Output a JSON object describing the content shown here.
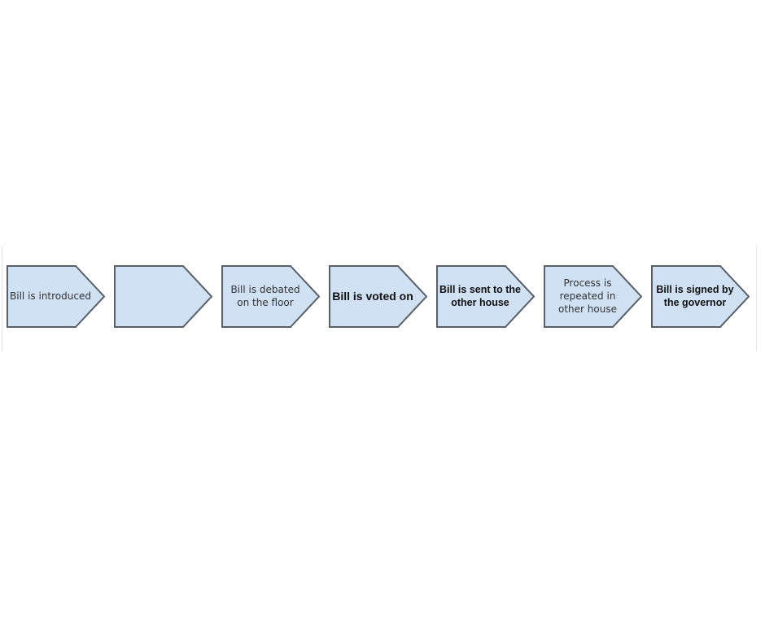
{
  "steps": [
    {
      "label": "Bill is introduced",
      "style": "light"
    },
    {
      "label": "",
      "style": "light"
    },
    {
      "label": "Bill is debated on the floor",
      "style": "light"
    },
    {
      "label": "Bill is voted on",
      "style": "bold-big"
    },
    {
      "label": "Bill is sent to the other house",
      "style": "bold"
    },
    {
      "label": "Process is repeated in other house",
      "style": "light"
    },
    {
      "label": "Bill is signed by the governor",
      "style": "bold"
    }
  ],
  "colors": {
    "fill": "#cfe1f3",
    "stroke": "#5a5f66"
  }
}
